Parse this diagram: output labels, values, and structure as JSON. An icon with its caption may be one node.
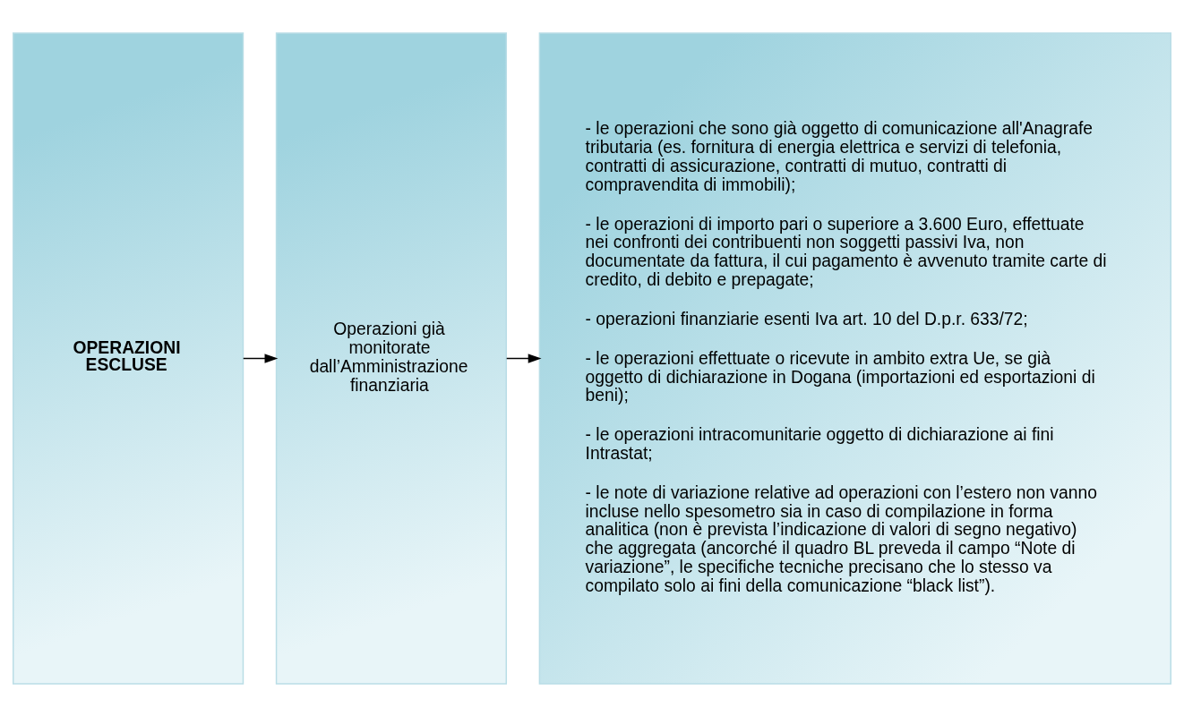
{
  "diagram": {
    "nodes": [
      {
        "text": [
          "OPERAZIONI ESCLUSE"
        ]
      },
      {
        "text": [
          "Operazioni già monitorate dall’Amministrazione finanziaria"
        ]
      },
      {
        "text": [
          "- le operazioni che sono già oggetto di comunicazione all'Anagrafe tributaria (es. fornitura di energia elettrica e servizi di telefonia, contratti di assicurazione, contratti di mutuo, contratti di compravendita di immobili);",
          "- le operazioni di importo pari o superiore a 3.600 Euro, effettuate nei confronti dei contribuenti non soggetti passivi Iva, non documentate da fattura, il cui pagamento è avvenuto tramite carte di credito, di debito e prepagate;",
          "- operazioni finanziarie esenti Iva art. 10 del D.p.r. 633/72;",
          "- le operazioni effettuate o ricevute in ambito extra Ue, se già oggetto di dichiarazione in Dogana (importazioni ed esportazioni di beni);",
          "- le operazioni intracomunitarie oggetto di dichiarazione ai fini Intrastat;",
          "- le note di variazione relative ad operazioni con l’estero non vanno incluse nello spesometro sia in caso di compilazione in forma analitica (non è prevista l’indicazione di valori di segno negativo) che aggregata (ancorché il quadro BL preveda il campo “Note di variazione”, le specifiche tecniche precisano che lo stesso va compilato solo ai fini della comunicazione “black list”)."
        ]
      }
    ],
    "edges": [
      {
        "from": 0,
        "to": 1,
        "arrow": "to"
      },
      {
        "from": 1,
        "to": 2,
        "arrow": "to"
      }
    ]
  }
}
